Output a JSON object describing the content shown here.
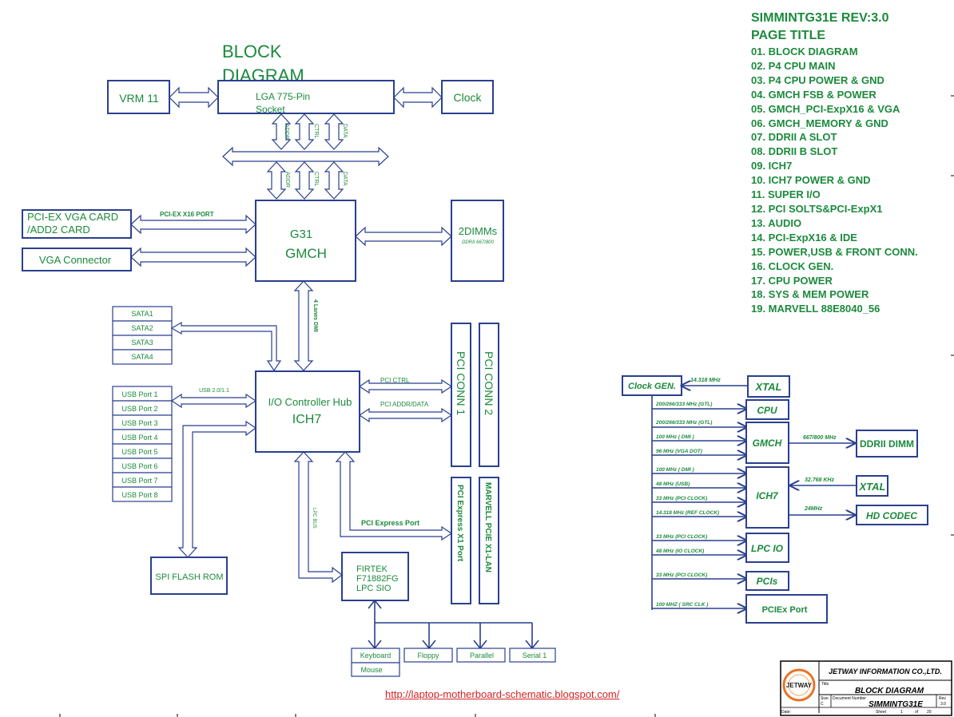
{
  "diagram": {
    "title_line1": "BLOCK",
    "title_line2": "DIAGRAM",
    "vrm": "VRM 11",
    "cpu_line1": "LGA 775-Pin",
    "cpu_line2": "Socket",
    "clock": "Clock",
    "fsb_top": [
      "ADDR",
      "CTRL",
      "DATA"
    ],
    "fsb_bottom": [
      "ADDR",
      "CTRL",
      "DATA"
    ],
    "pcie_vga_line1": "PCI-EX VGA CARD",
    "pcie_vga_line2": "/ADD2 CARD",
    "pcie_x16_port": "PCI-EX X16 PORT",
    "vga_connector": "VGA Connector",
    "gmch_line1": "G31",
    "gmch_line2": "GMCH",
    "dimm_title": "2DIMMs",
    "dimm_sub": "DDRII 667/800",
    "dmi": "4 Lanes DMI",
    "sata": [
      "SATA1",
      "SATA2",
      "SATA3",
      "SATA4"
    ],
    "usb_ports": [
      "USB Port 1",
      "USB Port 2",
      "USB Port 3",
      "USB Port 4",
      "USB Port 5",
      "USB Port 6",
      "USB Port 7",
      "USB Port 8"
    ],
    "usb_bus": "USB 2.0/1.1",
    "ich_line1": "I/O Controller Hub",
    "ich_line2": "ICH7",
    "pci_ctrl": "PCI CTRL",
    "pci_addr": "PCI ADDR/DATA",
    "pci_conn1": "PCI CONN 1",
    "pci_conn2": "PCI CONN 2",
    "pcie_x1": "PCI Express X1 Port",
    "marvell": "MARVELL PCIE X1-LAN",
    "pcie_port": "PCI Express Port",
    "lpc_bus": "LPC BUS",
    "spi": "SPI FLASH ROM",
    "sio_line1": "FIRTEK",
    "sio_line2": "F71882FG",
    "sio_line3": "LPC SIO",
    "io_keyboard": "Keyboard",
    "io_mouse": "Mouse",
    "io_floppy": "Floppy",
    "io_parallel": "Parallel",
    "io_serial": "Serial 1"
  },
  "clocks": {
    "clock_gen": "Clock GEN.",
    "xtal_freq": "14.318 MHz",
    "xtal": "XTAL",
    "cpu": "CPU",
    "gmch": "GMCH",
    "ich7": "ICH7",
    "lpc_io": "LPC IO",
    "pcis": "PCIs",
    "pciex_port": "PCIEx Port",
    "ddrii_dimm": "DDRII DIMM",
    "xtal2": "XTAL",
    "hd_codec": "HD CODEC",
    "mem_freq": "667/800 MHz",
    "rtc_freq": "32.768 KHz",
    "codec_freq": "24MHz",
    "signals": [
      "200/266/333 MHz (GTL)",
      "200/266/333 MHz (GTL)",
      "100 MHz ( DMI )",
      "96 MHz (VGA DOT)",
      "100 MHz ( DMI )",
      "48 MHz (USB)",
      "33 MHz (PCI CLOCK)",
      "14.318 MHz (REF CLOCK)",
      "33 MHz (PCI CLOCK)",
      "48 MHz (IO CLOCK)",
      "33 MHz (PCI CLOCK)",
      "100 MHZ ( SRC CLK )"
    ]
  },
  "toc": {
    "model": "SIMMINTG31E REV:3.0",
    "heading": "PAGE  TITLE",
    "items": [
      "01. BLOCK DIAGRAM",
      "02. P4 CPU MAIN",
      "03. P4 CPU POWER & GND",
      "04. GMCH FSB & POWER",
      "05. GMCH_PCI-ExpX16 & VGA",
      "06. GMCH_MEMORY & GND",
      "07. DDRII A SLOT",
      "08. DDRII B SLOT",
      "09. ICH7",
      "10. ICH7 POWER & GND",
      "11. SUPER I/O",
      "12. PCI SOLTS&PCI-ExpX1",
      "13. AUDIO",
      "14. PCI-ExpX16 & IDE",
      "15. POWER,USB & FRONT CONN.",
      "16. CLOCK GEN.",
      "17. CPU POWER",
      "18. SYS & MEM POWER",
      "19. MARVELL 88E8040_56"
    ]
  },
  "title_block": {
    "company": "JETWAY INFORMATION CO.,LTD.",
    "logo_text": "JETWAY",
    "title_label": "Title",
    "title": "BLOCK DIAGRAM",
    "size_label": "Size",
    "size": "C",
    "doc_label": "Document Number",
    "doc": "SIMMINTG31E",
    "rev_label": "Rev",
    "rev": "3.0",
    "date_label": "Date:",
    "sheet_label": "Sheet",
    "sheet": "1",
    "of_label": "of",
    "of": "20"
  },
  "footer_url": "http://laptop-motherboard-schematic.blogspot.com/"
}
